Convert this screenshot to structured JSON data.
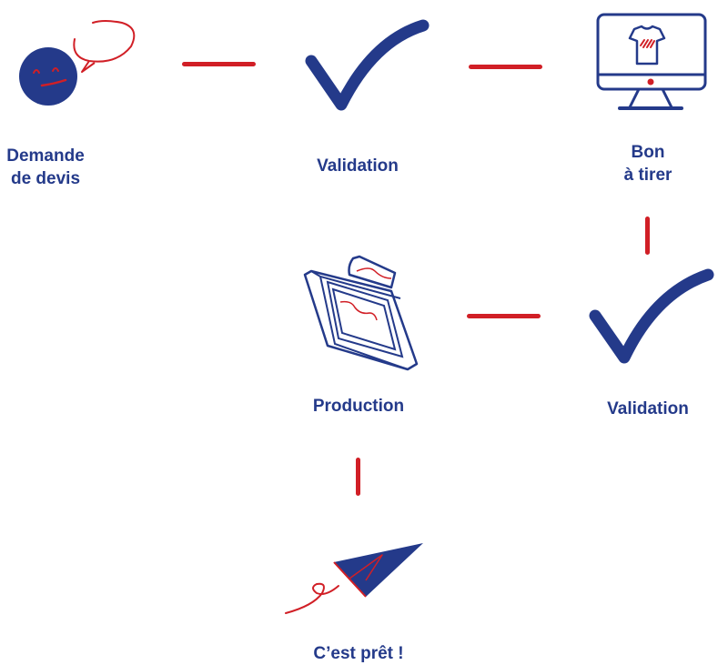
{
  "colors": {
    "primary": "#243a8a",
    "accent": "#d11f26",
    "background": "#ffffff"
  },
  "steps": [
    {
      "id": "quote",
      "label": "Demande\nde devis",
      "icon": "smiley-speech-bubble-icon"
    },
    {
      "id": "validation-1",
      "label": "Validation",
      "icon": "checkmark-icon"
    },
    {
      "id": "proof",
      "label": "Bon\nà tirer",
      "icon": "monitor-tshirt-icon"
    },
    {
      "id": "validation-2",
      "label": "Validation",
      "icon": "checkmark-icon"
    },
    {
      "id": "production",
      "label": "Production",
      "icon": "screen-printing-frame-icon"
    },
    {
      "id": "ready",
      "label": "C’est prêt !",
      "icon": "paper-plane-icon"
    }
  ],
  "connectors": [
    {
      "from": "quote",
      "to": "validation-1",
      "orientation": "horizontal"
    },
    {
      "from": "validation-1",
      "to": "proof",
      "orientation": "horizontal"
    },
    {
      "from": "proof",
      "to": "validation-2",
      "orientation": "vertical"
    },
    {
      "from": "validation-2",
      "to": "production",
      "orientation": "horizontal"
    },
    {
      "from": "production",
      "to": "ready",
      "orientation": "vertical"
    }
  ]
}
